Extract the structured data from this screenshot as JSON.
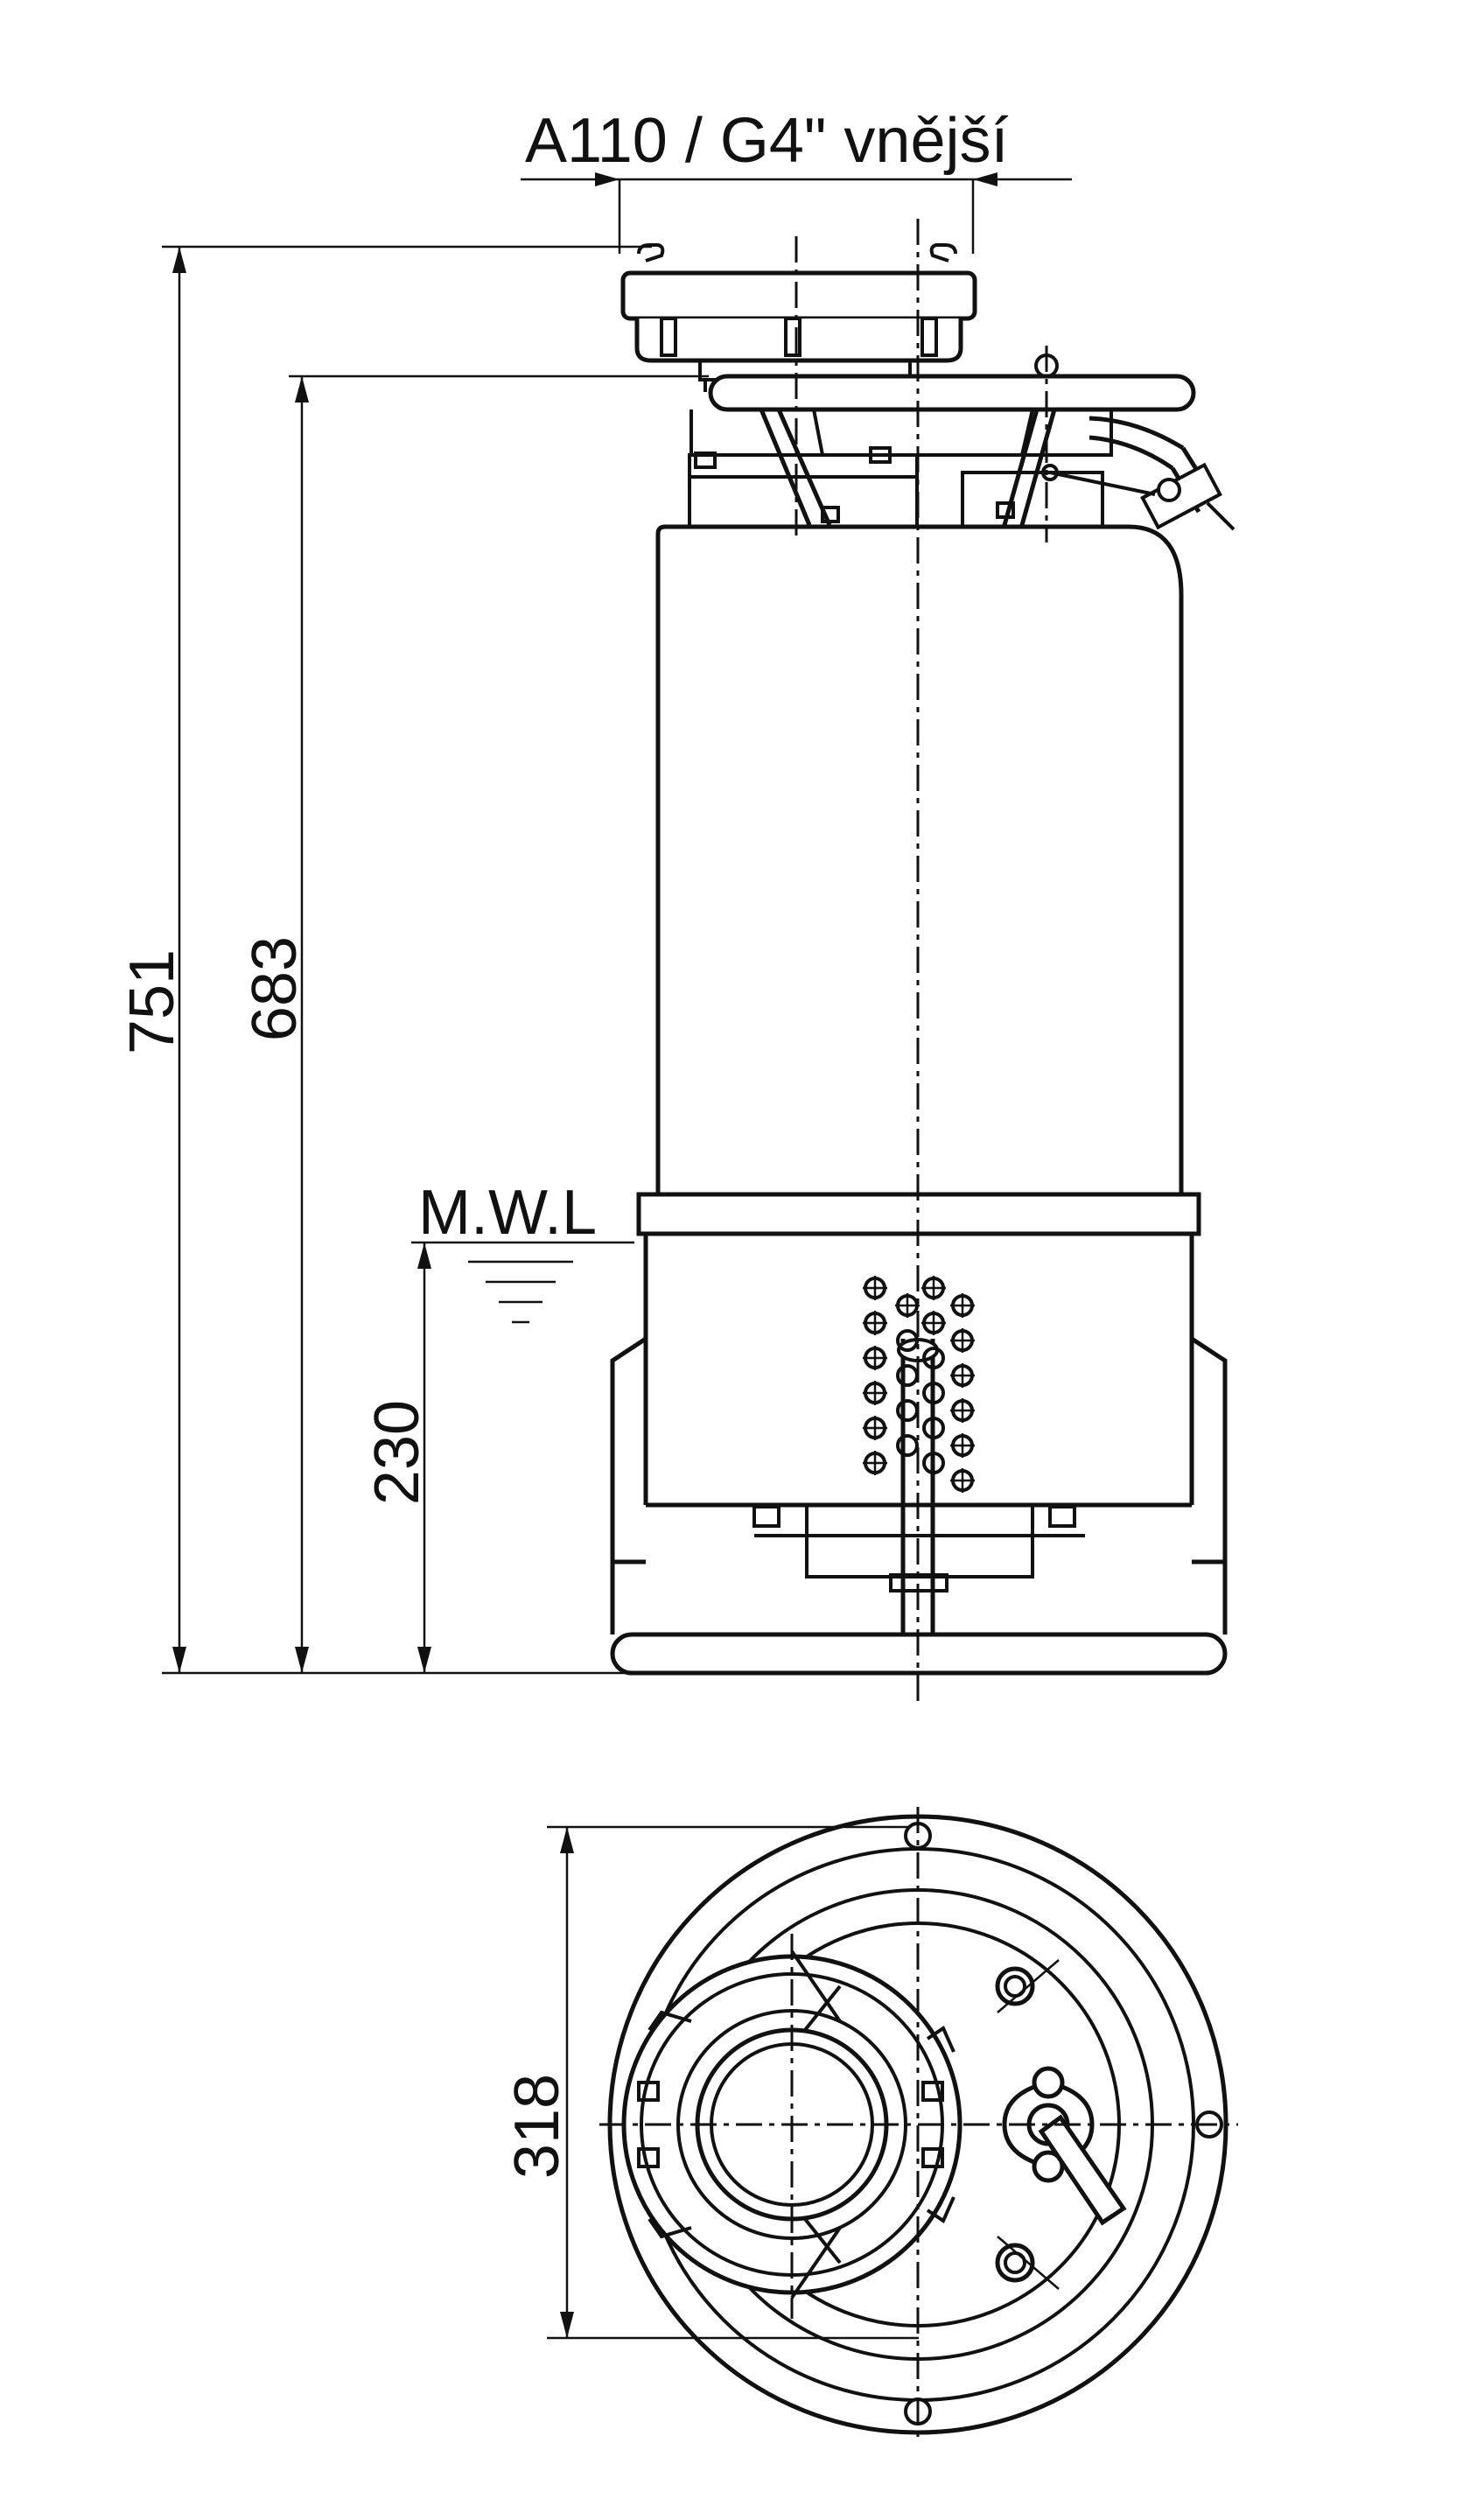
{
  "labels": {
    "outlet": "A110 / G4\" vnější",
    "total_height": "751",
    "handle_height": "683",
    "mwl": "M.W.L",
    "mwl_height": "230",
    "diameter": "318"
  }
}
